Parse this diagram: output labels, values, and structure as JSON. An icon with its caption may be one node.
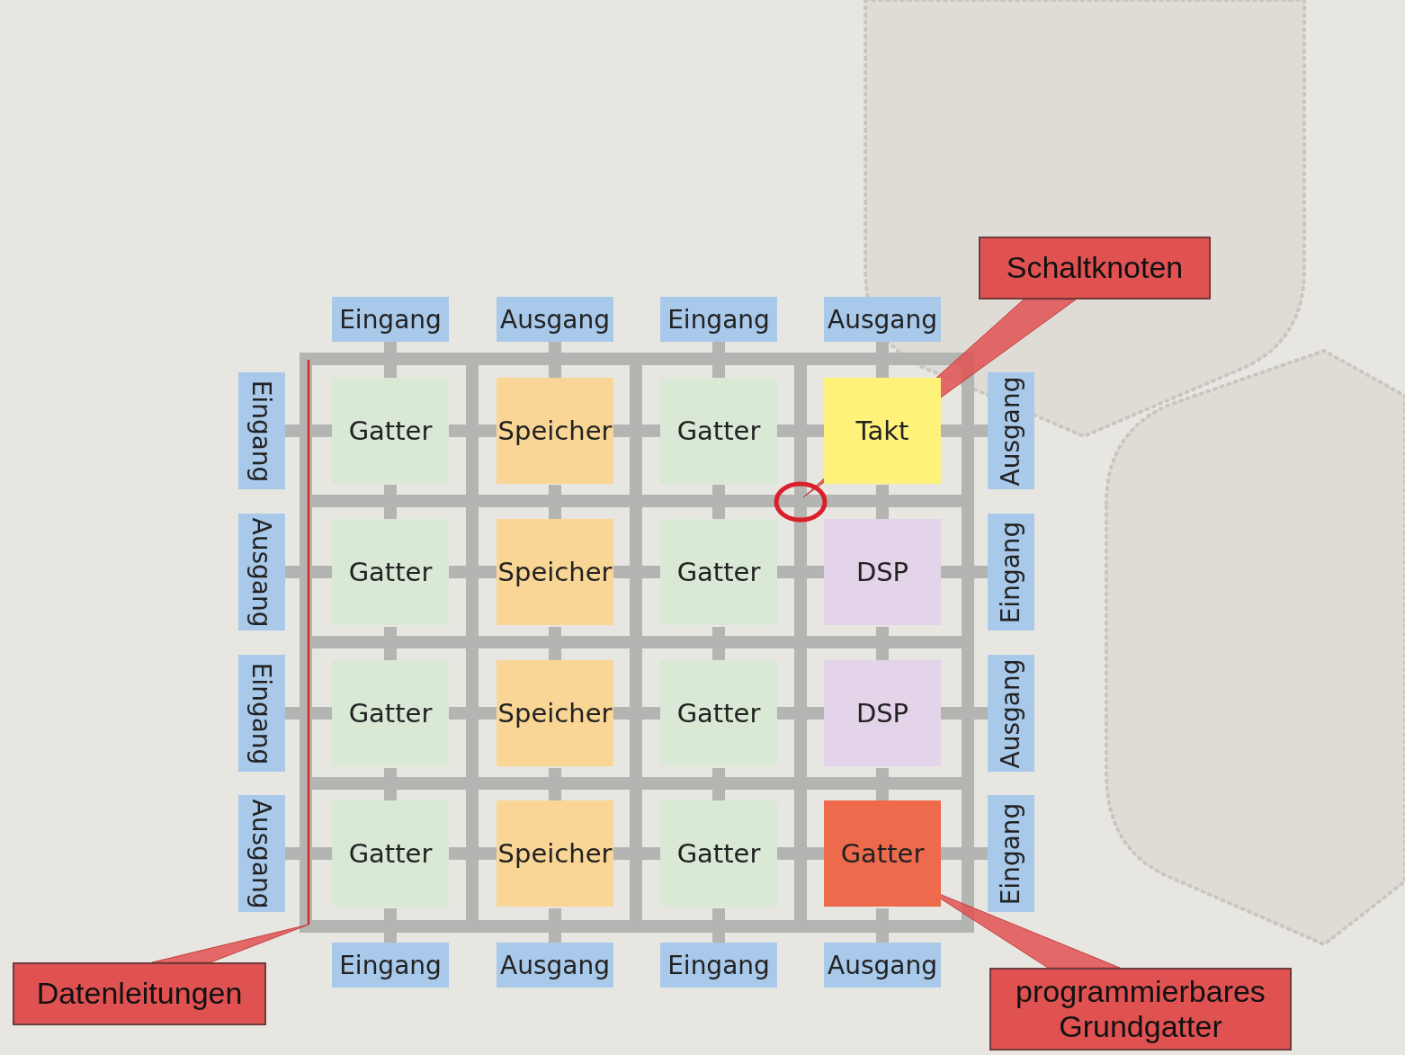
{
  "diagram": {
    "nodes": [
      {
        "text": [
          "Gatter"
        ]
      },
      {
        "text": [
          "Speicher"
        ]
      },
      {
        "text": [
          "Gatter"
        ]
      },
      {
        "text": [
          "Takt"
        ]
      },
      {
        "text": [
          "Gatter"
        ]
      },
      {
        "text": [
          "Speicher"
        ]
      },
      {
        "text": [
          "Gatter"
        ]
      },
      {
        "text": [
          "DSP"
        ]
      },
      {
        "text": [
          "Gatter"
        ]
      },
      {
        "text": [
          "Speicher"
        ]
      },
      {
        "text": [
          "Gatter"
        ]
      },
      {
        "text": [
          "DSP"
        ]
      },
      {
        "text": [
          "Gatter"
        ]
      },
      {
        "text": [
          "Speicher"
        ]
      },
      {
        "text": [
          "Gatter"
        ]
      },
      {
        "text": [
          "Gatter"
        ]
      },
      {
        "text": [
          "Eingang"
        ]
      },
      {
        "text": [
          "Ausgang"
        ]
      },
      {
        "text": [
          "Eingang"
        ]
      },
      {
        "text": [
          "Ausgang"
        ]
      },
      {
        "text": [
          "Eingang"
        ]
      },
      {
        "text": [
          "Ausgang"
        ]
      },
      {
        "text": [
          "Eingang"
        ]
      },
      {
        "text": [
          "Ausgang"
        ]
      },
      {
        "text": [
          "Ausgang"
        ]
      },
      {
        "text": [
          "Eingang"
        ]
      },
      {
        "text": [
          "Ausgang"
        ]
      },
      {
        "text": [
          "Eingang"
        ]
      },
      {
        "text": [
          "Eingang"
        ]
      },
      {
        "text": [
          "Ausgang"
        ]
      },
      {
        "text": [
          "Eingang"
        ]
      },
      {
        "text": [
          "Ausgang"
        ]
      },
      {
        "text": [
          "Schaltknoten"
        ]
      },
      {
        "text": [],
        "shape": "circle"
      },
      {
        "text": [
          "Datenleitungen"
        ]
      },
      {
        "text": [],
        "shape": "line"
      },
      {
        "text": [
          "programmierbares Grundgatter"
        ]
      }
    ],
    "edges": [
      {
        "from": 32,
        "to": 33,
        "arrow": "none"
      },
      {
        "from": 34,
        "to": 35,
        "arrow": "none"
      },
      {
        "from": 36,
        "to": 15,
        "arrow": "none"
      }
    ]
  }
}
